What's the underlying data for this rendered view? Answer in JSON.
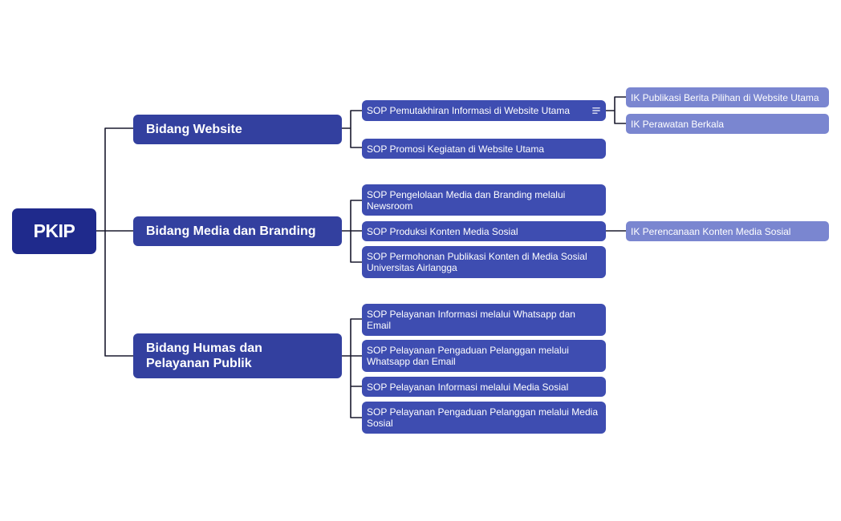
{
  "root": {
    "label": "PKIP"
  },
  "branches": [
    {
      "label": "Bidang Website",
      "children": [
        {
          "label": "SOP Pemutakhiran Informasi di Website Utama",
          "icon": "note-icon",
          "children": [
            {
              "label": "IK Publikasi Berita Pilihan di Website Utama"
            },
            {
              "label": "IK Perawatan Berkala"
            }
          ]
        },
        {
          "label": "SOP Promosi Kegiatan di Website Utama"
        }
      ]
    },
    {
      "label": "Bidang Media dan Branding",
      "children": [
        {
          "label": "SOP Pengelolaan Media dan Branding melalui Newsroom"
        },
        {
          "label": "SOP Produksi Konten Media Sosial",
          "children": [
            {
              "label": "IK Perencanaan Konten Media Sosial"
            }
          ]
        },
        {
          "label": "SOP Permohonan Publikasi Konten di Media Sosial Universitas Airlangga"
        }
      ]
    },
    {
      "label": "Bidang Humas dan Pelayanan Publik",
      "children": [
        {
          "label": "SOP Pelayanan Informasi melalui Whatsapp dan Email"
        },
        {
          "label": "SOP Pelayanan Pengaduan Pelanggan melalui Whatsapp dan Email"
        },
        {
          "label": "SOP Pelayanan Informasi melalui Media Sosial"
        },
        {
          "label": "SOP Pelayanan Pengaduan Pelanggan melalui Media Sosial"
        }
      ]
    }
  ],
  "colors": {
    "root": "#1f2a8c",
    "branch": "#33409f",
    "sop": "#3e4db1",
    "ik": "#7a86d0",
    "connector": "#1a1a2e"
  }
}
